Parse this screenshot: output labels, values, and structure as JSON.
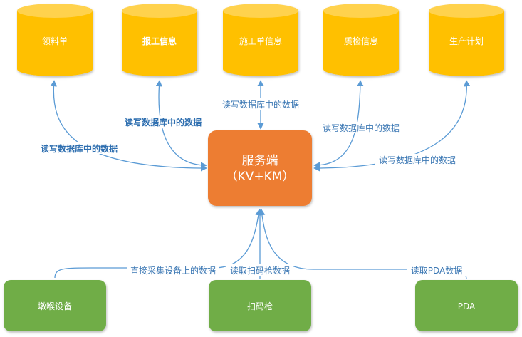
{
  "databases": [
    {
      "label": "领料单"
    },
    {
      "label": "报工信息"
    },
    {
      "label": "施工单信息"
    },
    {
      "label": "质检信息"
    },
    {
      "label": "生产计划"
    }
  ],
  "server": {
    "title": "服务端",
    "subtitle": "（KV+KM）"
  },
  "top_edges": [
    {
      "label": "读写数据库中的数据"
    },
    {
      "label": "读写数据库中的数据"
    },
    {
      "label": "读写数据库中的数据"
    },
    {
      "label": "读写数据库中的数据"
    },
    {
      "label": "读写数据库中的数据"
    }
  ],
  "sources": [
    {
      "label": "墩喉设备"
    },
    {
      "label": "扫码枪"
    },
    {
      "label": "PDA"
    }
  ],
  "bottom_edges": [
    {
      "label": "直接采集设备上的数据"
    },
    {
      "label": "读取扫码枪数据"
    },
    {
      "label": "读取PDA数据"
    }
  ],
  "colors": {
    "database_fill": "#ffc000",
    "database_top": "#ffd24d",
    "server_fill": "#ed7d31",
    "source_fill": "#70ad47",
    "arrow": "#5b9bd5"
  }
}
